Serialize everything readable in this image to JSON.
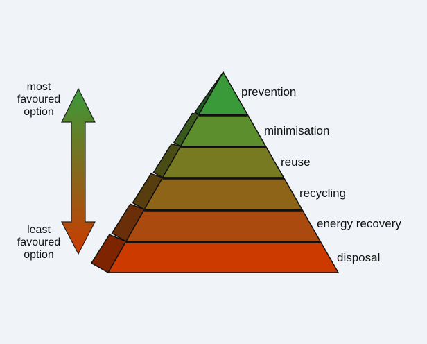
{
  "arrow": {
    "top_label": [
      "most",
      "favoured",
      "option"
    ],
    "bottom_label": [
      "least",
      "favoured",
      "option"
    ],
    "color_top": "#3a9a3a",
    "color_bottom": "#cc3a00"
  },
  "levels": [
    {
      "label": "prevention",
      "color": "#3a9a3a"
    },
    {
      "label": "minimisation",
      "color": "#5c8e2e"
    },
    {
      "label": "reuse",
      "color": "#787a22"
    },
    {
      "label": "recycling",
      "color": "#8e6418"
    },
    {
      "label": "energy recovery",
      "color": "#ab4a0e"
    },
    {
      "label": "disposal",
      "color": "#cc3a00"
    }
  ]
}
